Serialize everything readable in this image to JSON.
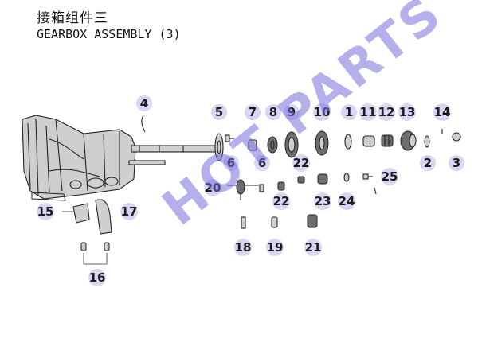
{
  "title": {
    "chinese": "接箱组件三",
    "english": "GEARBOX ASSEMBLY (3)"
  },
  "watermark": "HOT PARTS",
  "colors": {
    "callout_fill": "#d8d6f3",
    "watermark": "#786edc"
  },
  "callouts": [
    "1",
    "2",
    "3",
    "4",
    "5",
    "6",
    "6",
    "7",
    "8",
    "9",
    "10",
    "11",
    "12",
    "13",
    "14",
    "15",
    "16",
    "17",
    "18",
    "19",
    "20",
    "21",
    "22",
    "22",
    "23",
    "24",
    "25"
  ]
}
